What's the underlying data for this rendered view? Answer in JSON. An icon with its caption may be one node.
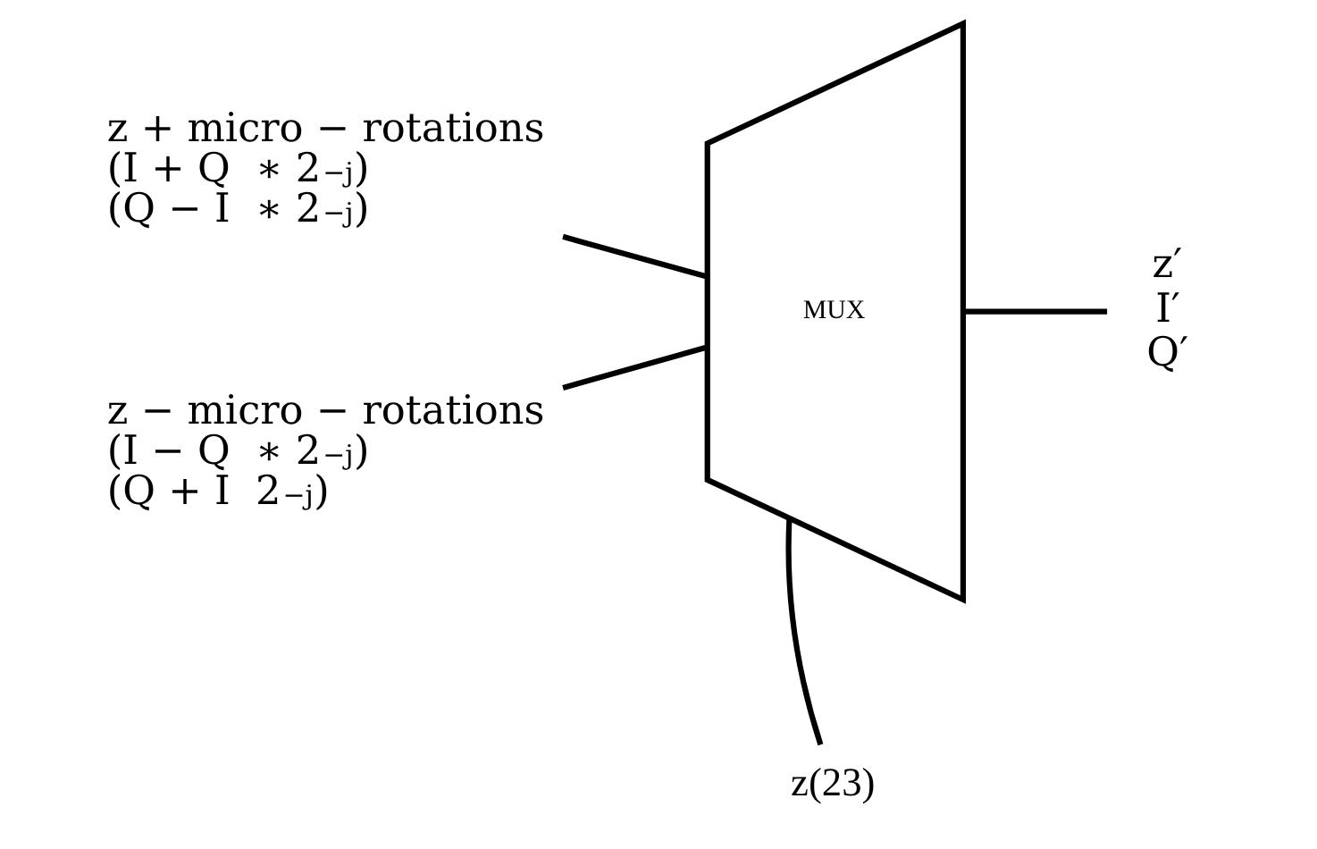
{
  "diagram": {
    "nodes": [
      {
        "text": [
          "z + micro − rotations",
          "(I + Q  ∗ 2$^{−j}$)",
          "(Q − I  ∗ 2$^{−j}$)"
        ]
      },
      {
        "text": [
          "z − micro − rotations",
          "(I − Q  ∗ 2$^{−j}$)",
          "(Q + I  2$^{−j}$)"
        ]
      },
      {
        "text": [
          "MUX"
        ]
      },
      {
        "text": [
          "z′",
          "I′",
          "Q′"
        ]
      },
      {
        "text": [
          "z(23)"
        ]
      }
    ],
    "edges": [
      {
        "from": 0,
        "to": 2,
        "arrow": "none"
      },
      {
        "from": 1,
        "to": 2,
        "arrow": "none"
      },
      {
        "from": 2,
        "to": 3,
        "arrow": "none"
      },
      {
        "from": 4,
        "to": 2,
        "arrow": "none"
      }
    ]
  }
}
